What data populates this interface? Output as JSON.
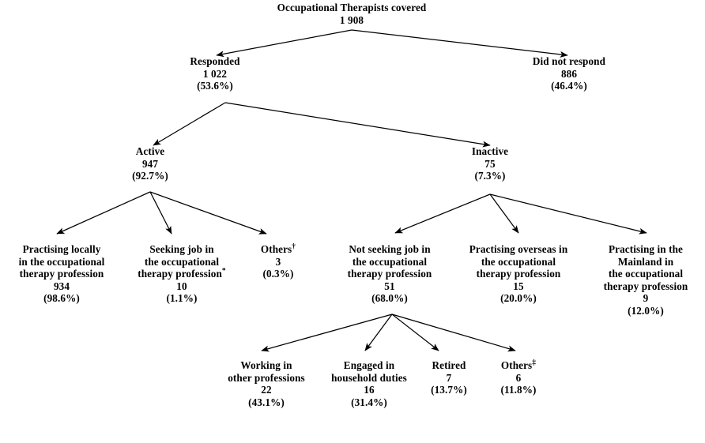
{
  "diagram": {
    "title": "Occupational Therapists covered flowchart",
    "stroke_color": "#000000",
    "background_color": "#ffffff",
    "nodes": {
      "root": {
        "lines": [
          "Occupational Therapists covered"
        ],
        "count": "1 908",
        "percent": ""
      },
      "responded": {
        "lines": [
          "Responded"
        ],
        "count": "1 022",
        "percent": "(53.6%)"
      },
      "did_not_respond": {
        "lines": [
          "Did not respond"
        ],
        "count": "886",
        "percent": "(46.4%)"
      },
      "active": {
        "lines": [
          "Active"
        ],
        "count": "947",
        "percent": "(92.7%)"
      },
      "inactive": {
        "lines": [
          "Inactive"
        ],
        "count": "75",
        "percent": "(7.3%)"
      },
      "practising_locally": {
        "lines": [
          "Practising locally",
          "in the occupational",
          "therapy profession"
        ],
        "count": "934",
        "percent": "(98.6%)"
      },
      "seeking_job": {
        "lines": [
          "Seeking job in",
          "the occupational",
          "therapy profession"
        ],
        "marker": "*",
        "count": "10",
        "percent": "(1.1%)"
      },
      "others_active": {
        "lines": [
          "Others"
        ],
        "marker": "†",
        "count": "3",
        "percent": "(0.3%)"
      },
      "not_seeking_job": {
        "lines": [
          "Not seeking job in",
          "the occupational",
          "therapy profession"
        ],
        "count": "51",
        "percent": "(68.0%)"
      },
      "practising_overseas": {
        "lines": [
          "Practising overseas in",
          "the occupational",
          "therapy profession"
        ],
        "count": "15",
        "percent": "(20.0%)"
      },
      "practising_mainland": {
        "lines": [
          "Practising in the",
          "Mainland in",
          "the occupational",
          "therapy profession"
        ],
        "count": "9",
        "percent": "(12.0%)"
      },
      "working_other_professions": {
        "lines": [
          "Working in",
          "other professions"
        ],
        "count": "22",
        "percent": "(43.1%)"
      },
      "household_duties": {
        "lines": [
          "Engaged in",
          "household duties"
        ],
        "count": "16",
        "percent": "(31.4%)"
      },
      "retired": {
        "lines": [
          "Retired"
        ],
        "count": "7",
        "percent": "(13.7%)"
      },
      "others_inactive": {
        "lines": [
          "Others"
        ],
        "marker": "‡",
        "count": "6",
        "percent": "(11.8%)"
      }
    }
  },
  "chart_data": {
    "type": "diagram",
    "title": "Occupational Therapists covered",
    "total": 1908,
    "levels": [
      {
        "parent": "Occupational Therapists covered",
        "children": [
          {
            "label": "Responded",
            "value": 1022,
            "percent": 53.6
          },
          {
            "label": "Did not respond",
            "value": 886,
            "percent": 46.4
          }
        ]
      },
      {
        "parent": "Responded",
        "children": [
          {
            "label": "Active",
            "value": 947,
            "percent": 92.7
          },
          {
            "label": "Inactive",
            "value": 75,
            "percent": 7.3
          }
        ]
      },
      {
        "parent": "Active",
        "children": [
          {
            "label": "Practising locally in the occupational therapy profession",
            "value": 934,
            "percent": 98.6
          },
          {
            "label": "Seeking job in the occupational therapy profession*",
            "value": 10,
            "percent": 1.1
          },
          {
            "label": "Others†",
            "value": 3,
            "percent": 0.3
          }
        ]
      },
      {
        "parent": "Inactive",
        "children": [
          {
            "label": "Not seeking job in the occupational therapy profession",
            "value": 51,
            "percent": 68.0
          },
          {
            "label": "Practising overseas in the occupational therapy profession",
            "value": 15,
            "percent": 20.0
          },
          {
            "label": "Practising in the Mainland in the occupational therapy profession",
            "value": 9,
            "percent": 12.0
          }
        ]
      },
      {
        "parent": "Not seeking job in the occupational therapy profession",
        "children": [
          {
            "label": "Working in other professions",
            "value": 22,
            "percent": 43.1
          },
          {
            "label": "Engaged in household duties",
            "value": 16,
            "percent": 31.4
          },
          {
            "label": "Retired",
            "value": 7,
            "percent": 13.7
          },
          {
            "label": "Others‡",
            "value": 6,
            "percent": 11.8
          }
        ]
      }
    ]
  }
}
